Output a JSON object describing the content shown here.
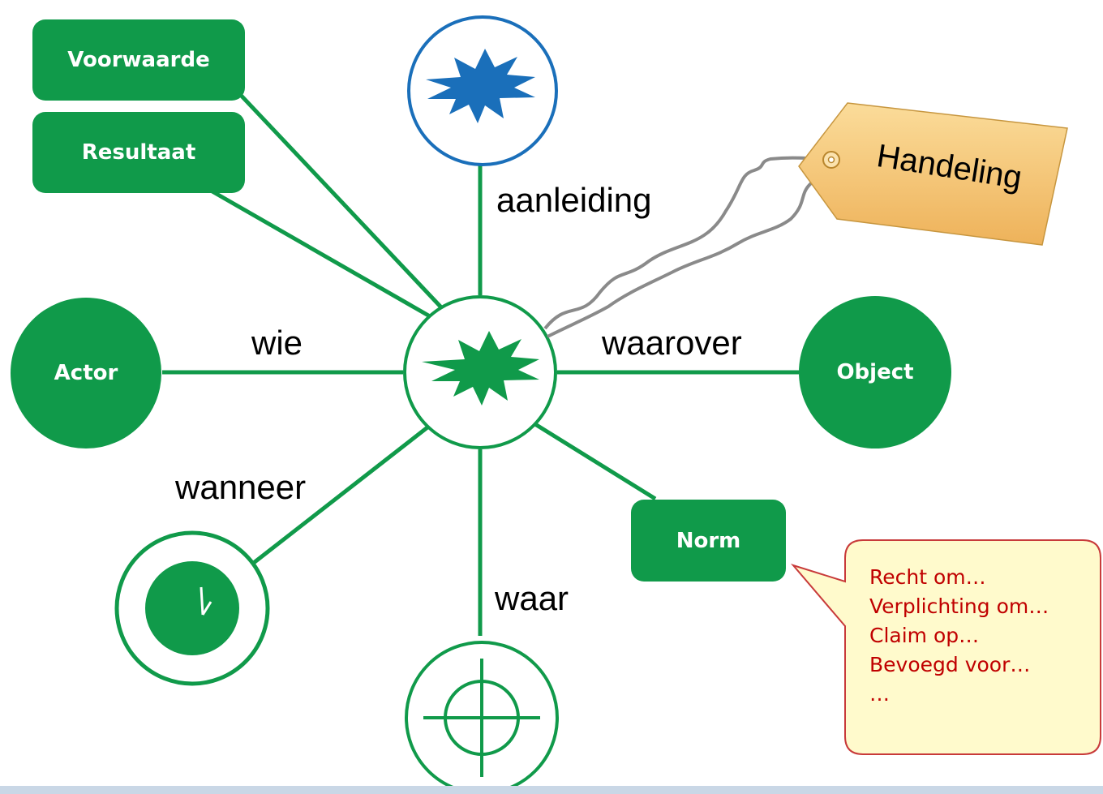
{
  "nodes": {
    "voorwaarde": "Voorwaarde",
    "resultaat": "Resultaat",
    "actor": "Actor",
    "object": "Object",
    "norm": "Norm"
  },
  "edge_labels": {
    "aanleiding": "aanleiding",
    "wie": "wie",
    "waarover": "waarover",
    "wanneer": "wanneer",
    "waar": "waar"
  },
  "tag": {
    "label": "Handeling"
  },
  "callout": {
    "lines": [
      "Recht om…",
      "Verplichting om…",
      "Claim op…",
      "Bevoegd voor…",
      "…"
    ]
  },
  "colors": {
    "green": "#109a4a",
    "blue": "#1a6fba",
    "tag_fill": "#f5c46e",
    "callout_fill": "#fffacc",
    "callout_text": "#c00000"
  },
  "icons": {
    "aanleiding": "blue-starburst-icon",
    "center": "green-starburst-icon",
    "wanneer": "clock-icon",
    "waar": "crosshair-icon"
  }
}
